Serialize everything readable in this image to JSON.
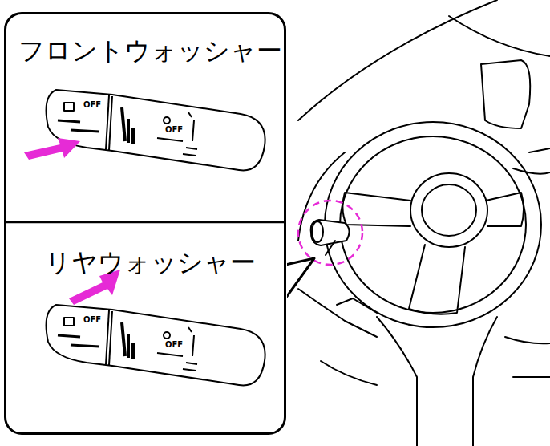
{
  "diagram": {
    "nodes": [
      {
        "text": [
          "フロントウォッシャー",
          "リヤウォッシャー"
        ]
      }
    ],
    "labels": [
      "OFF",
      "OFF",
      "OFF",
      "OFF"
    ]
  }
}
